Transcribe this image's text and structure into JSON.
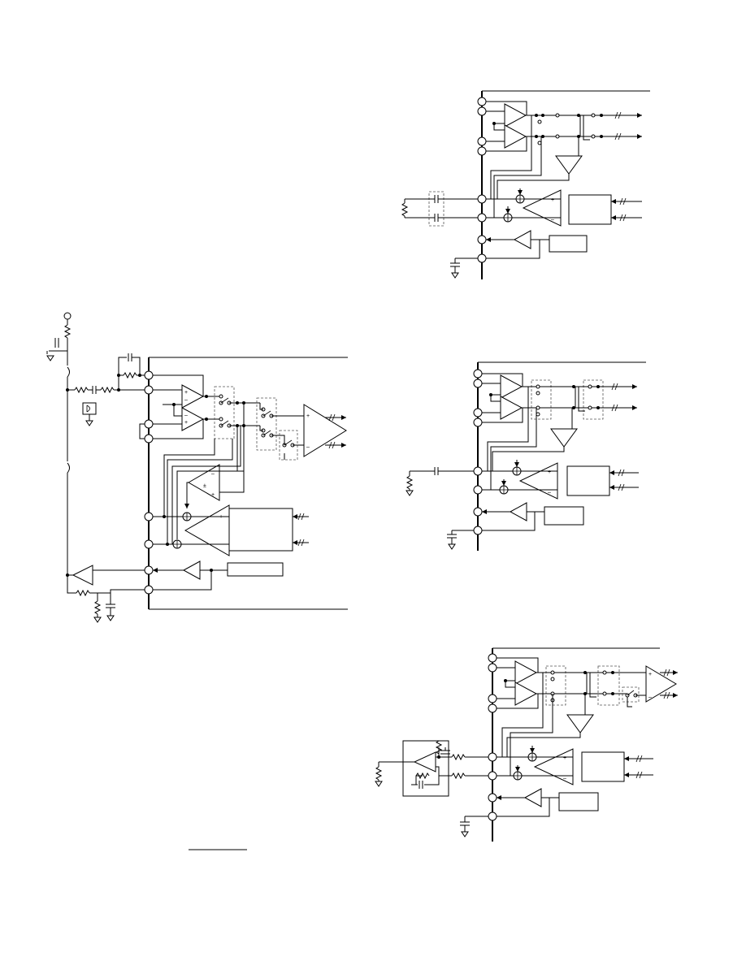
{
  "page": {
    "background": "#ffffff",
    "ink": "#000000"
  },
  "figures": [
    {
      "id": "left-main-schematic"
    },
    {
      "id": "top-right-schematic"
    },
    {
      "id": "middle-right-schematic"
    },
    {
      "id": "bottom-right-schematic"
    }
  ],
  "symbols": {
    "plus": "+",
    "minus": "–",
    "plusminus": "±"
  }
}
